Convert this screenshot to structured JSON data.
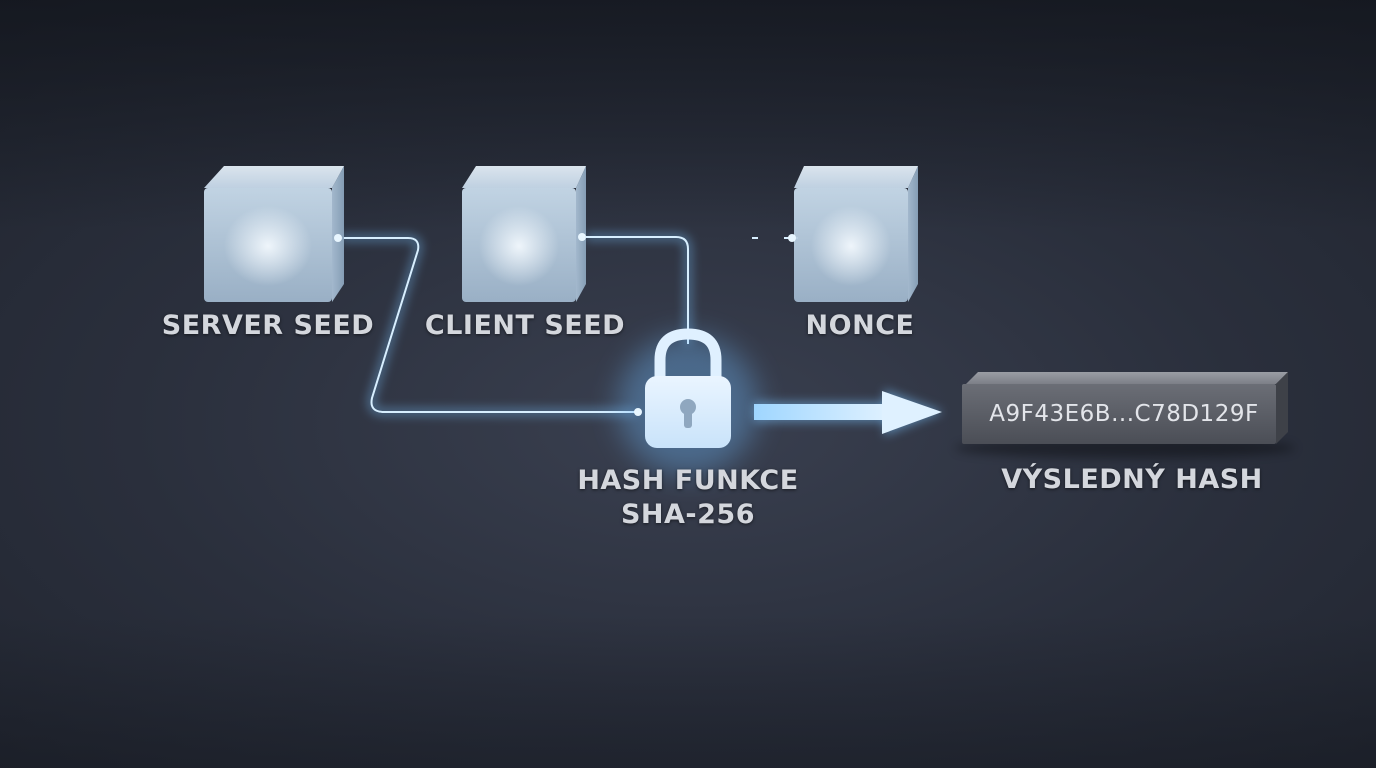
{
  "inputs": [
    {
      "label": "SERVER SEED"
    },
    {
      "label": "CLIENT SEED"
    },
    {
      "label": "NONCE"
    }
  ],
  "hash_function": {
    "line1": "HASH FUNKCE",
    "line2": "SHA-256",
    "icon": "padlock-icon"
  },
  "result": {
    "value": "A9F43E6B...C78D129F",
    "label": "VÝSLEDNÝ HASH"
  },
  "colors": {
    "background": "#2a2f3c",
    "glow": "#8fd0ff",
    "cube": "#cfe3f5",
    "label_text": "#d4d7dd",
    "bar": "#5d6068"
  }
}
